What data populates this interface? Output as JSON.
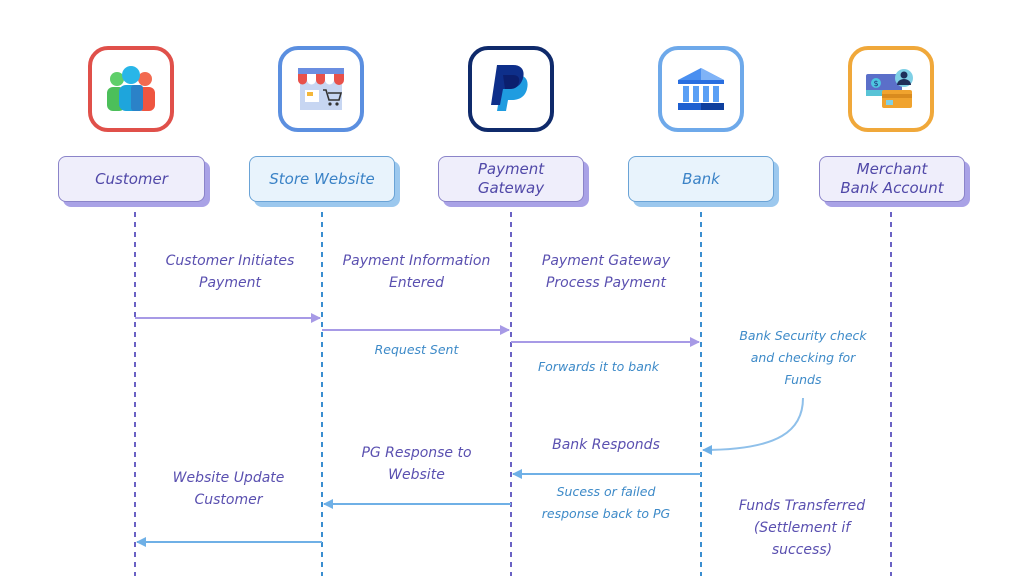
{
  "diagram": {
    "type": "sequence-diagram",
    "colors": {
      "customer_tile": "#e0504a",
      "store_tile": "#5b8fe0",
      "gateway_tile": "#0f2a6b",
      "bank_tile": "#6ea9ea",
      "merchant_tile": "#f0a83a",
      "purple_arrow": "#a79ae6",
      "blue_arrow": "#6fb0e6",
      "purple_text": "#5a50b0",
      "blue_text": "#3d8ac8"
    },
    "actors": [
      {
        "id": "customer",
        "label": "Customer",
        "icon": "people-group-icon",
        "style": "purple"
      },
      {
        "id": "store",
        "label": "Store Website",
        "icon": "storefront-cart-icon",
        "style": "blue"
      },
      {
        "id": "gateway",
        "label": "Payment\nGateway",
        "label_line1": "Payment",
        "label_line2": "Gateway",
        "icon": "paypal-logo-icon",
        "style": "purple"
      },
      {
        "id": "bank",
        "label": "Bank",
        "icon": "bank-building-icon",
        "style": "blue"
      },
      {
        "id": "merchant",
        "label": "Merchant\nBank Account",
        "label_line1": "Merchant",
        "label_line2": "Bank Account",
        "icon": "money-card-account-icon",
        "style": "purple"
      }
    ],
    "steps": [
      {
        "from": "customer",
        "to": "store",
        "title_line1": "Customer Initiates",
        "title_line2": "Payment",
        "note": "",
        "color": "purple"
      },
      {
        "from": "store",
        "to": "gateway",
        "title_line1": "Payment Information",
        "title_line2": "Entered",
        "note": "Request Sent",
        "color": "purple"
      },
      {
        "from": "gateway",
        "to": "bank",
        "title_line1": "Payment Gateway",
        "title_line2": "Process Payment",
        "note": "Forwards it to bank",
        "color": "purple"
      },
      {
        "from": "bank",
        "to": "bank",
        "note_line1": "Bank Security check",
        "note_line2": "and checking for",
        "note_line3": "Funds",
        "color": "blue"
      },
      {
        "from": "bank",
        "to": "gateway",
        "title": "Bank Responds",
        "note_line1": "Sucess or failed",
        "note_line2": "response back to PG",
        "color": "blue"
      },
      {
        "from": "gateway",
        "to": "store",
        "title_line1": "PG Response to",
        "title_line2": "Website",
        "color": "blue"
      },
      {
        "from": "store",
        "to": "customer",
        "title_line1": "Website Update",
        "title_line2": "Customer",
        "color": "blue"
      },
      {
        "actor": "merchant",
        "title_line1": "Funds Transferred",
        "title_line2": "(Settlement if",
        "title_line3": "success)"
      }
    ]
  }
}
